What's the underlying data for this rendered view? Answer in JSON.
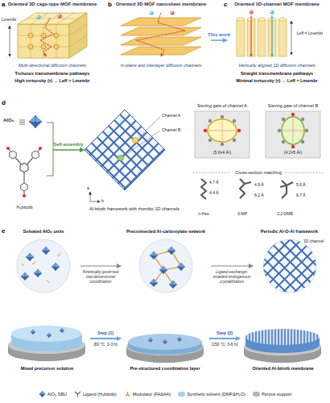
{
  "diagram": {
    "nodes": [
      {
        "text": [
          "Oriented 3D cage-type MOF membrane",
          "Multi-directional diffusion channels",
          "Tortuous transmembrane pathways",
          "High tortuosity (τ) → Leff > Lmembr"
        ]
      },
      {
        "text": [
          "Oriented 2D MOF nanosheet membrane",
          "In-plane and interlayer diffusion channels"
        ]
      },
      {
        "text": [
          "Oriented 1D-channel MOF membrane",
          "Vertically aligned 1D diffusion channels",
          "Straight transmembrane pathways",
          "Minimal tortuosity (τ) → Leff ≈ Lmembr"
        ]
      },
      {
        "text": [
          "AlO₆"
        ]
      },
      {
        "text": [
          "H₃bttotb"
        ]
      },
      {
        "text": [
          "Al-bttotb framework with rhombic 1D channels"
        ]
      },
      {
        "text": [
          "Sieving gate of channel A",
          "(5.6×4 Å²)"
        ]
      },
      {
        "text": [
          "Sieving gate of channel B",
          "(4.2×5 Å²)"
        ]
      },
      {
        "text": [
          "Solvated AlO₆ units"
        ]
      },
      {
        "text": [
          "Preconnected Al-carboxylate network"
        ]
      },
      {
        "text": [
          "Periodic Al-O-Al framework"
        ]
      },
      {
        "text": [
          "Mixed precursor solution"
        ]
      },
      {
        "text": [
          "Pre-structured coordination layer"
        ]
      },
      {
        "text": [
          "Oriented Al-bttotb membrane"
        ]
      }
    ],
    "edges": [
      {
        "from": 1,
        "to": 2,
        "arrow": "to",
        "label": "This work"
      },
      {
        "from": 3,
        "to": 5,
        "arrow": "to",
        "label": "Self-assembly"
      },
      {
        "from": 4,
        "to": 5,
        "arrow": "to"
      },
      {
        "from": 8,
        "to": 9,
        "arrow": "to",
        "label": "Kinetically governed low-dimensional coordination"
      },
      {
        "from": 9,
        "to": 10,
        "arrow": "to",
        "label": "Ligand-exchange-enabled endogenous crystallization"
      },
      {
        "from": 11,
        "to": 12,
        "arrow": "to",
        "label": "Step (1)"
      },
      {
        "from": 12,
        "to": 13,
        "arrow": "to",
        "label": "Step (2)"
      }
    ],
    "labels": [
      "a",
      "Lmembr",
      "b",
      "c",
      "Leff = Lmembr",
      "d",
      "Channel A",
      "Channel B",
      "a",
      "b",
      "Cross-section matching",
      "n-Hex",
      "3-MP",
      "2,2-DMB",
      "4.7 Å",
      "4.4 Å",
      "4.9 Å",
      "6.2 Å",
      "5.6 Å",
      "6.7 Å",
      "e",
      "1D channel",
      "(80 °C, 2-3 h)",
      "(150 °C, 3-6 h)"
    ],
    "legend": [
      {
        "text": "AlO₆ SBU"
      },
      {
        "text": "Ligand (H₃bttotb)"
      },
      {
        "text": "Modulator (FA&AA)"
      },
      {
        "text": "Synthetic solvent (DMF&H₂O)",
        "color": "#a9d0ec"
      },
      {
        "text": "Porous support",
        "color": "#b5b5b5"
      }
    ]
  }
}
